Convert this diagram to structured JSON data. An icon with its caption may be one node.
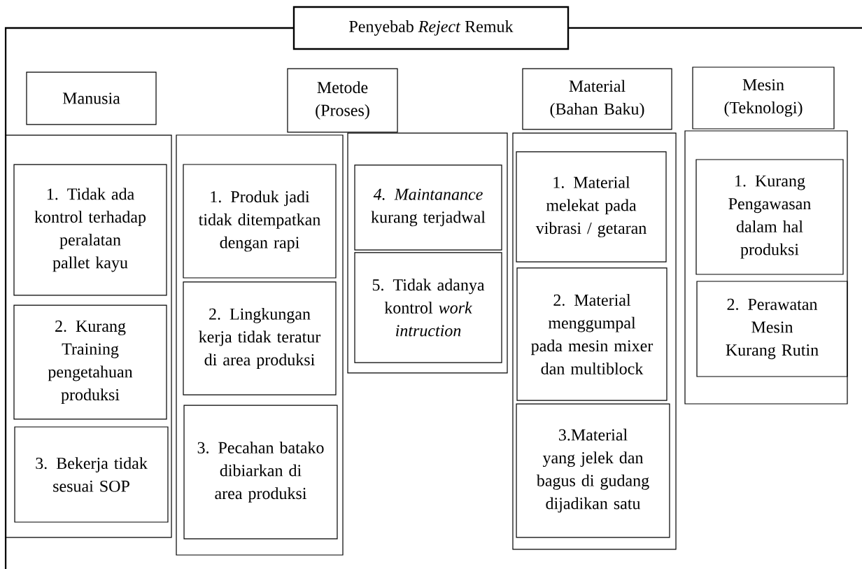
{
  "diagram": {
    "nodes": [
      {
        "text": [
          "Penyebab *Reject* Remuk"
        ]
      },
      {
        "text": [
          "Manusia"
        ]
      },
      {
        "text": [
          "Metode (Proses)"
        ]
      },
      {
        "text": [
          "Material (Bahan Baku)"
        ]
      },
      {
        "text": [
          "Mesin (Teknologi)"
        ]
      },
      {
        "text": [],
        "shape": "box"
      },
      {
        "text": [],
        "shape": "box"
      },
      {
        "text": [],
        "shape": "box"
      },
      {
        "text": [],
        "shape": "box"
      },
      {
        "text": [],
        "shape": "box"
      },
      {
        "text": [
          "1. Tidak ada kontrol terhadap peralatan pallet kayu"
        ],
        "in": 5
      },
      {
        "text": [
          "2. Kurang Training pengetahuan produksi"
        ],
        "in": 5
      },
      {
        "text": [
          "3. Bekerja tidak sesuai SOP"
        ],
        "in": 5
      },
      {
        "text": [
          "1. Produk jadi tidak ditempatkan dengan rapi"
        ],
        "in": 6
      },
      {
        "text": [
          "2. Lingkungan kerja tidak teratur di area produksi"
        ],
        "in": 6
      },
      {
        "text": [
          "3. Pecahan batako dibiarkan di area produksi"
        ],
        "in": 6
      },
      {
        "text": [
          "*4. Maintanance* kurang terjadwal"
        ],
        "in": 7
      },
      {
        "text": [
          "5. Tidak adanya kontrol *work intruction*"
        ],
        "in": 7
      },
      {
        "text": [
          "1. Material melekat pada vibrasi / getaran"
        ],
        "in": 8
      },
      {
        "text": [
          "2. Material menggumpal pada mesin mixer dan multiblock"
        ],
        "in": 8
      },
      {
        "text": [
          "3.Material yang jelek dan bagus di gudang dijadikan satu"
        ],
        "in": 8
      },
      {
        "text": [
          "1. Kurang Pengawasan dalam hal produksi"
        ],
        "in": 9
      },
      {
        "text": [
          "2. Perawatan Mesin Kurang Rutin"
        ],
        "in": 9
      }
    ]
  }
}
